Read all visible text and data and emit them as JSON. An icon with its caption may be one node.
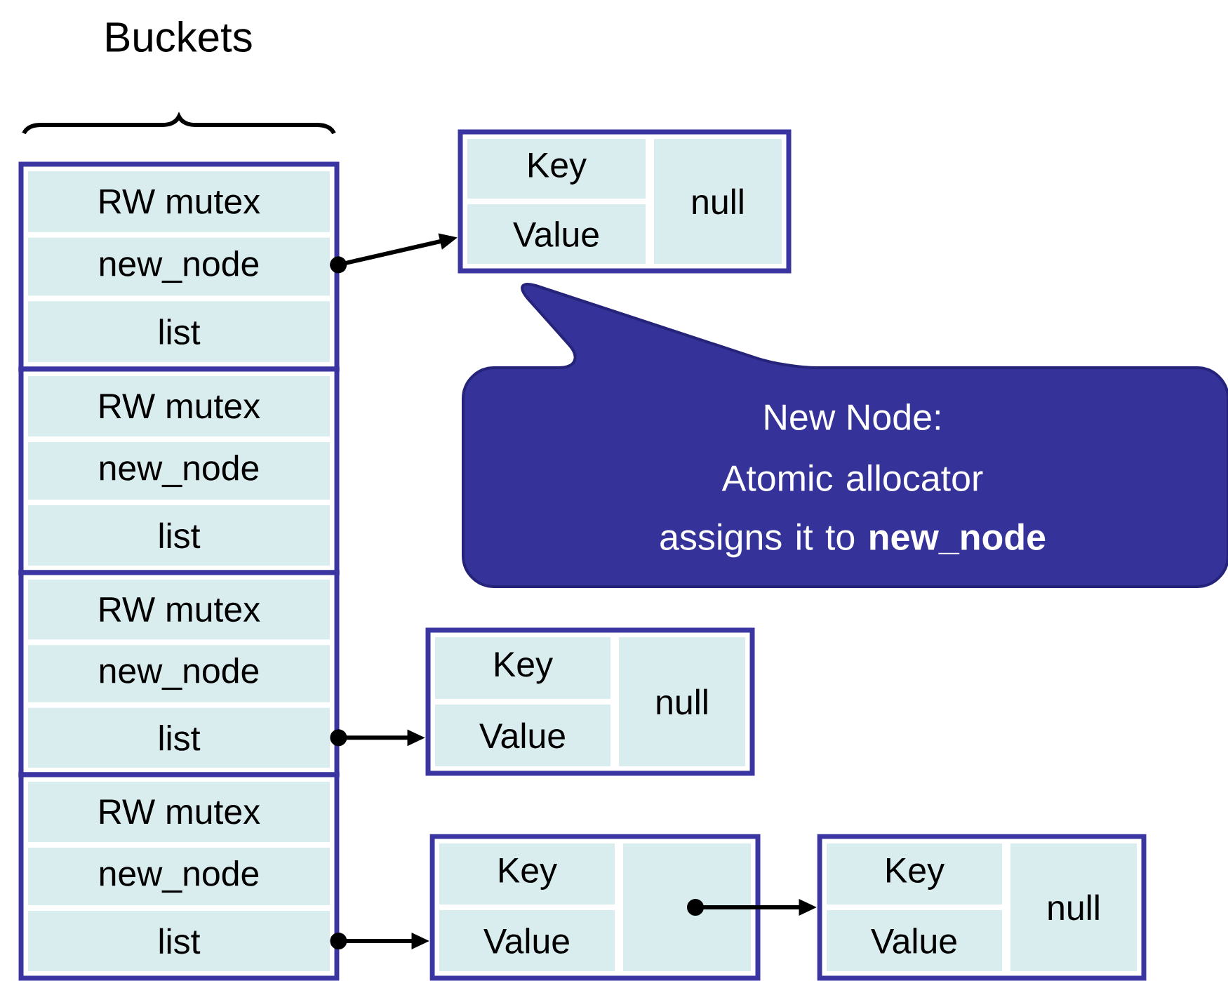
{
  "diagram": {
    "nodes": [
      {
        "text": [],
        "shape": "box"
      },
      {
        "text": [
          "RW mutex"
        ],
        "in": 0
      },
      {
        "text": [
          "new_node"
        ],
        "in": 0
      },
      {
        "text": [
          "list"
        ],
        "in": 0
      },
      {
        "text": [],
        "shape": "box"
      },
      {
        "text": [
          "RW mutex"
        ],
        "in": 4
      },
      {
        "text": [
          "new_node"
        ],
        "in": 4
      },
      {
        "text": [
          "list"
        ],
        "in": 4
      },
      {
        "text": [],
        "shape": "box"
      },
      {
        "text": [
          "RW mutex"
        ],
        "in": 8
      },
      {
        "text": [
          "new_node"
        ],
        "in": 8
      },
      {
        "text": [
          "list"
        ],
        "in": 8
      },
      {
        "text": [],
        "shape": "box"
      },
      {
        "text": [
          "RW mutex"
        ],
        "in": 12
      },
      {
        "text": [
          "new_node"
        ],
        "in": 12
      },
      {
        "text": [
          "list"
        ],
        "in": 12
      },
      {
        "text": [],
        "shape": "box"
      },
      {
        "text": [
          "Key"
        ],
        "in": 16
      },
      {
        "text": [
          "Value"
        ],
        "in": 16
      },
      {
        "text": [
          "null"
        ],
        "in": 16
      },
      {
        "text": [
          "New Node:",
          "Atomic allocator assigns it to **new_node**"
        ]
      },
      {
        "text": [],
        "shape": "box"
      },
      {
        "text": [
          "Key"
        ],
        "in": 21
      },
      {
        "text": [
          "Value"
        ],
        "in": 21
      },
      {
        "text": [
          "null"
        ],
        "in": 21
      },
      {
        "text": [],
        "shape": "box"
      },
      {
        "text": [
          "Key"
        ],
        "in": 25
      },
      {
        "text": [
          "Value"
        ],
        "in": 25
      },
      {
        "text": [],
        "shape": "box",
        "in": 25
      },
      {
        "text": [],
        "shape": "box"
      },
      {
        "text": [
          "Key"
        ],
        "in": 29
      },
      {
        "text": [
          "Value"
        ],
        "in": 29
      },
      {
        "text": [
          "null"
        ],
        "in": 29
      }
    ],
    "edges": [
      {
        "from": 2,
        "to": 16,
        "arrow": "to"
      },
      {
        "from": 11,
        "to": 21,
        "arrow": "to"
      },
      {
        "from": 15,
        "to": 25,
        "arrow": "to"
      },
      {
        "from": 28,
        "to": 29,
        "arrow": "to"
      }
    ],
    "labels": [
      "Buckets"
    ]
  }
}
